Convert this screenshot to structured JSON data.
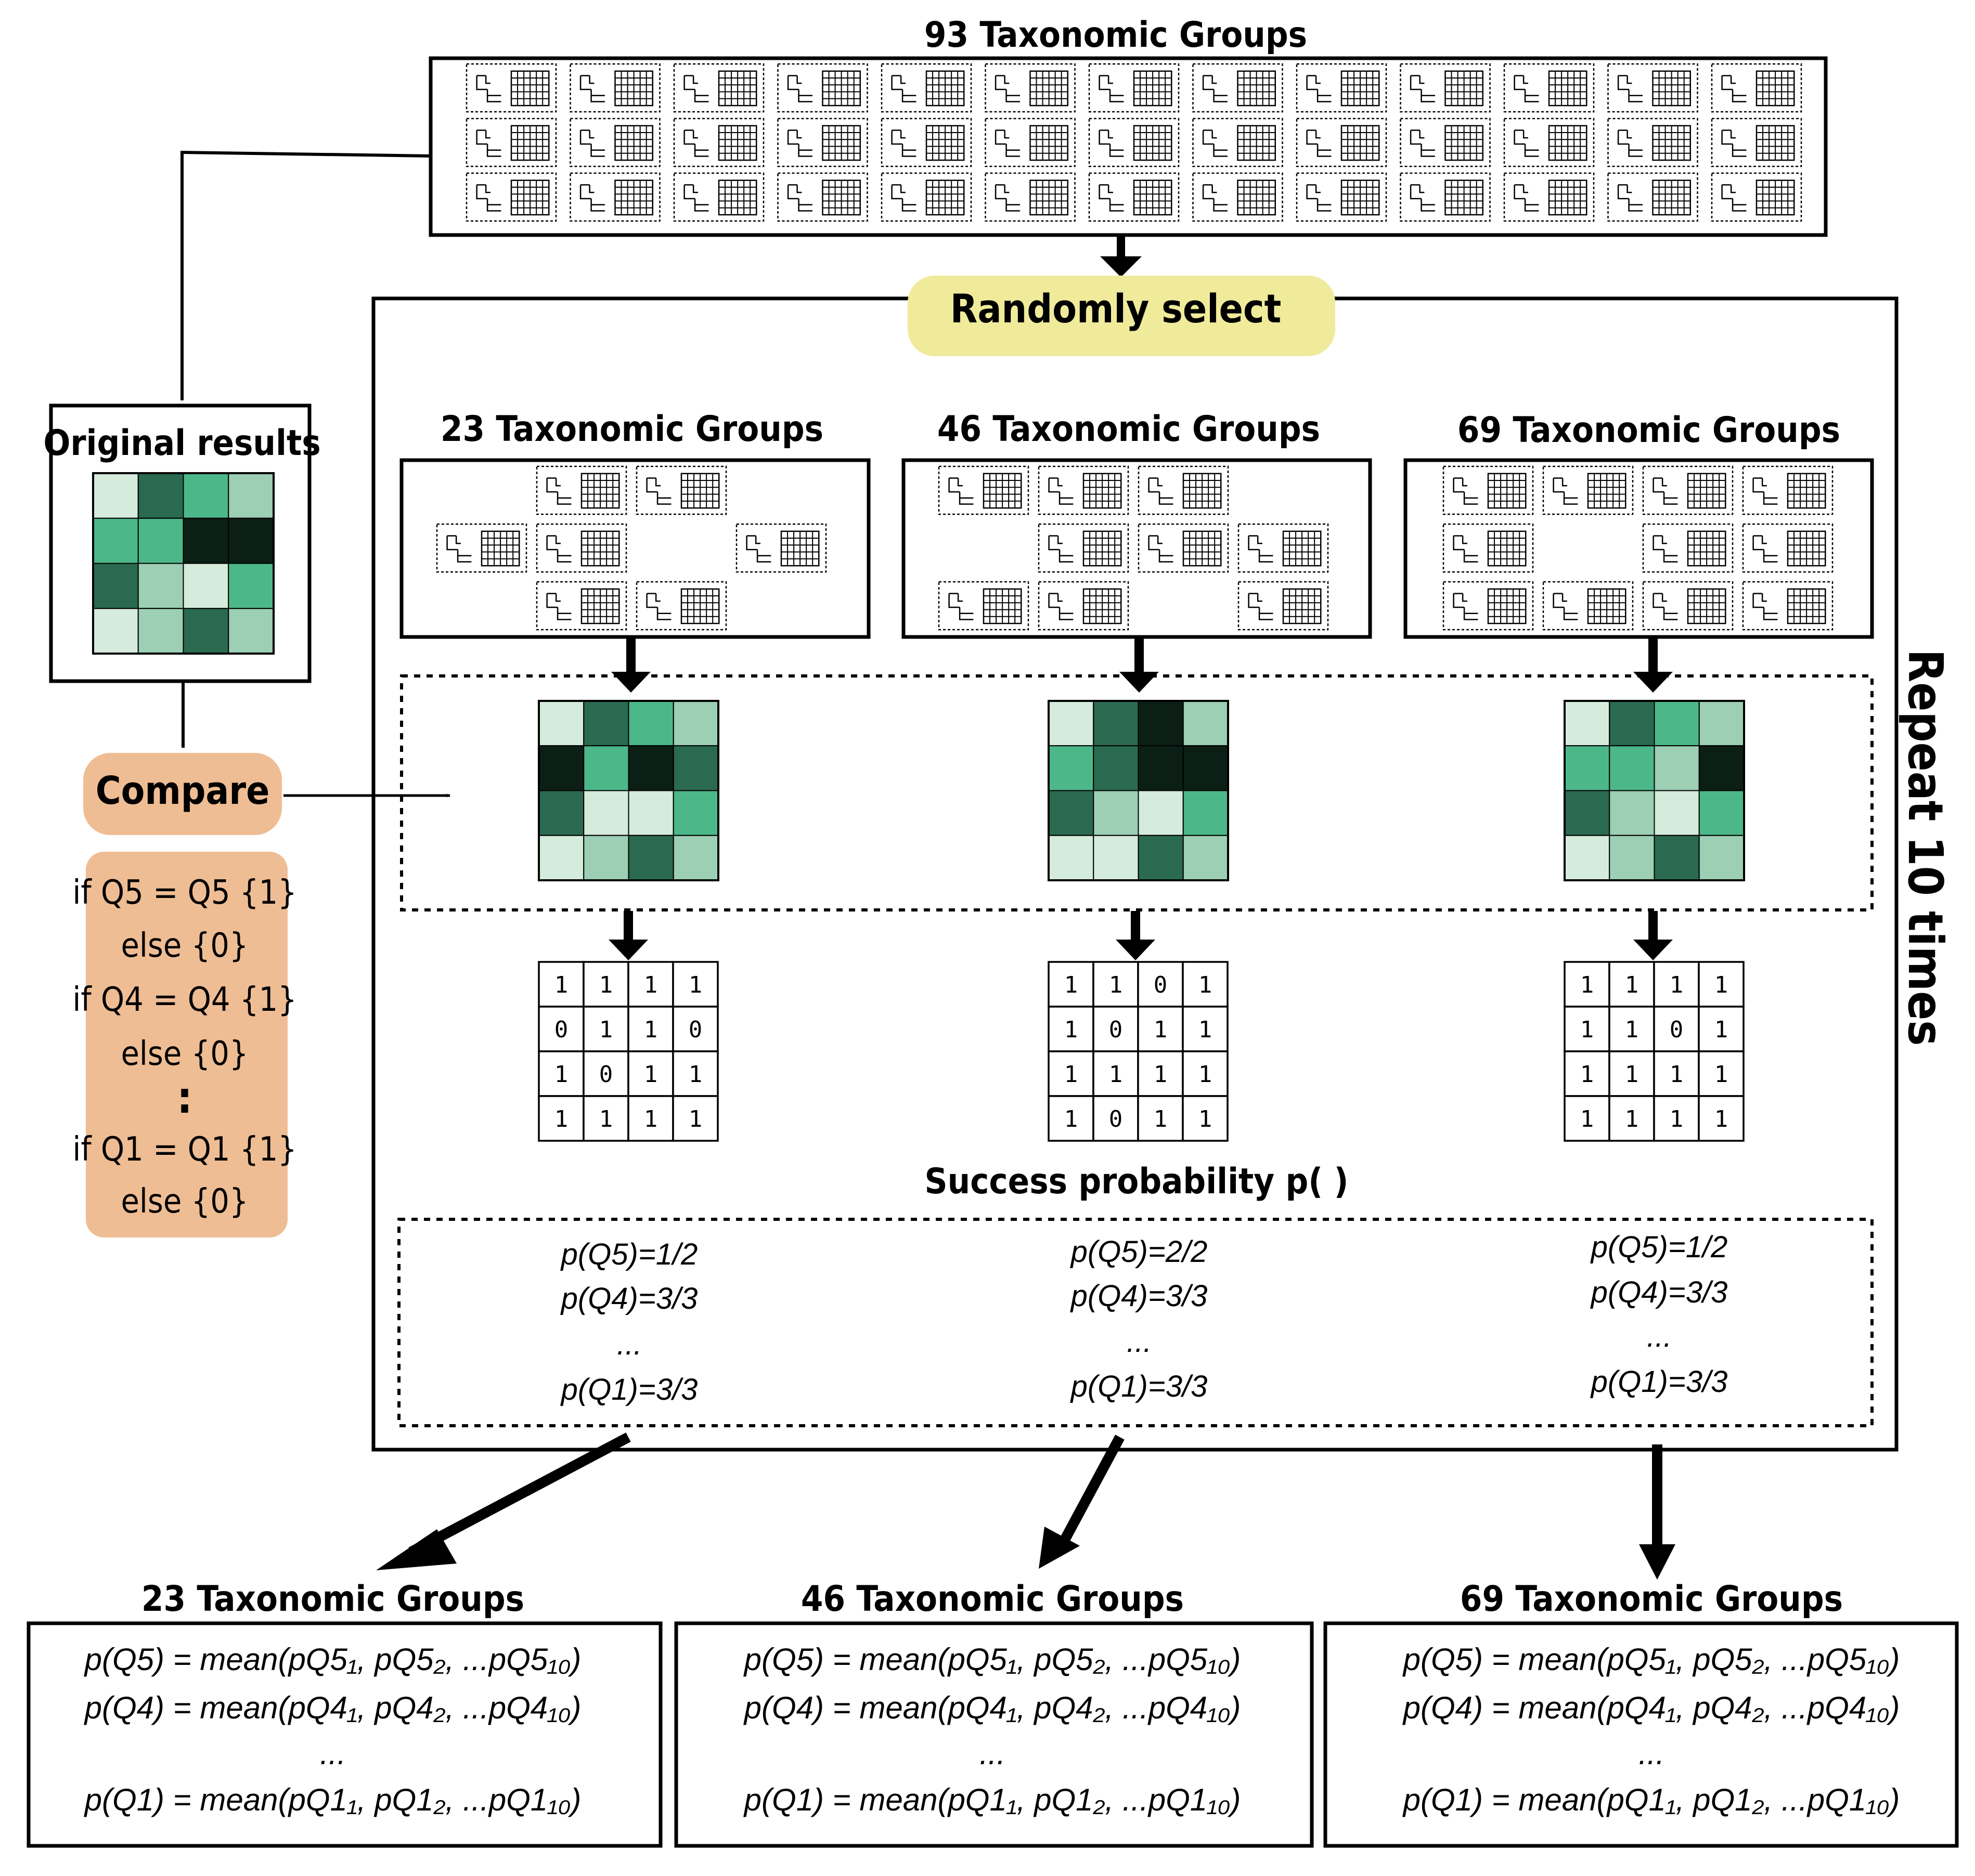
{
  "top_title": "93 Taxonomic Groups",
  "randomly_select": "Randomly select",
  "original_results_title": "Original results",
  "compare_label": "Compare",
  "compare_rules": [
    "if Q5 = Q5 {1}",
    "else {0}",
    "if Q4 = Q4 {1}",
    "else {0}",
    ":",
    "if Q1 = Q1 {1}",
    "else {0}"
  ],
  "repeat_label": "Repeat 10 times",
  "success_probability_title": "Success probability p( )",
  "palette": {
    "lightest": "#d5ebdb",
    "light": "#9ccfb4",
    "mid": "#4cb88a",
    "dark": "#2a6a50",
    "darkest": "#0b1f16",
    "yellow": "#f0eb9b",
    "orange": "#efbd94"
  },
  "original_heatmap": [
    [
      "lightest",
      "dark",
      "mid",
      "light"
    ],
    [
      "mid",
      "mid",
      "darkest",
      "darkest"
    ],
    [
      "dark",
      "light",
      "lightest",
      "mid"
    ],
    [
      "lightest",
      "light",
      "dark",
      "light"
    ]
  ],
  "columns": [
    {
      "title": "23 Taxonomic Groups",
      "heatmap": [
        [
          "lightest",
          "dark",
          "mid",
          "light"
        ],
        [
          "darkest",
          "mid",
          "darkest",
          "dark"
        ],
        [
          "dark",
          "lightest",
          "lightest",
          "mid"
        ],
        [
          "lightest",
          "light",
          "dark",
          "light"
        ]
      ],
      "matrix": [
        [
          "1",
          "1",
          "1",
          "1"
        ],
        [
          "0",
          "1",
          "1",
          "0"
        ],
        [
          "1",
          "0",
          "1",
          "1"
        ],
        [
          "1",
          "1",
          "1",
          "1"
        ]
      ],
      "probabilities": [
        "p(Q5)=1/2",
        "p(Q4)=3/3",
        "...",
        "p(Q1)=3/3"
      ],
      "summary_title": "23 Taxonomic Groups",
      "summary": [
        "p(Q5) =  mean(pQ5₁, pQ5₂, ...pQ5₁₀)",
        "p(Q4) =  mean(pQ4₁, pQ4₂, ...pQ4₁₀)",
        "...",
        "p(Q1) =  mean(pQ1₁, pQ1₂, ...pQ1₁₀)"
      ]
    },
    {
      "title": "46 Taxonomic Groups",
      "heatmap": [
        [
          "lightest",
          "dark",
          "darkest",
          "light"
        ],
        [
          "mid",
          "dark",
          "darkest",
          "darkest"
        ],
        [
          "dark",
          "light",
          "lightest",
          "mid"
        ],
        [
          "lightest",
          "lightest",
          "dark",
          "light"
        ]
      ],
      "matrix": [
        [
          "1",
          "1",
          "0",
          "1"
        ],
        [
          "1",
          "0",
          "1",
          "1"
        ],
        [
          "1",
          "1",
          "1",
          "1"
        ],
        [
          "1",
          "0",
          "1",
          "1"
        ]
      ],
      "probabilities": [
        "p(Q5)=2/2",
        "p(Q4)=3/3",
        "...",
        "p(Q1)=3/3"
      ],
      "summary_title": "46 Taxonomic Groups",
      "summary": [
        "p(Q5) =  mean(pQ5₁, pQ5₂, ...pQ5₁₀)",
        "p(Q4) =  mean(pQ4₁, pQ4₂, ...pQ4₁₀)",
        "...",
        "p(Q1) =  mean(pQ1₁, pQ1₂, ...pQ1₁₀)"
      ]
    },
    {
      "title": "69 Taxonomic Groups",
      "heatmap": [
        [
          "lightest",
          "dark",
          "mid",
          "light"
        ],
        [
          "mid",
          "mid",
          "light",
          "darkest"
        ],
        [
          "dark",
          "light",
          "lightest",
          "mid"
        ],
        [
          "lightest",
          "light",
          "dark",
          "light"
        ]
      ],
      "matrix": [
        [
          "1",
          "1",
          "1",
          "1"
        ],
        [
          "1",
          "1",
          "0",
          "1"
        ],
        [
          "1",
          "1",
          "1",
          "1"
        ],
        [
          "1",
          "1",
          "1",
          "1"
        ]
      ],
      "probabilities": [
        "p(Q5)=1/2",
        "p(Q4)=3/3",
        "...",
        "p(Q1)=3/3"
      ],
      "summary_title": "69 Taxonomic Groups",
      "summary": [
        "p(Q5) =  mean(pQ5₁, pQ5₂, ...pQ5₁₀)",
        "p(Q4) =  mean(pQ4₁, pQ4₂, ...pQ4₁₀)",
        "...",
        "p(Q1) =  mean(pQ1₁, pQ1₂, ...pQ1₁₀)"
      ]
    }
  ]
}
